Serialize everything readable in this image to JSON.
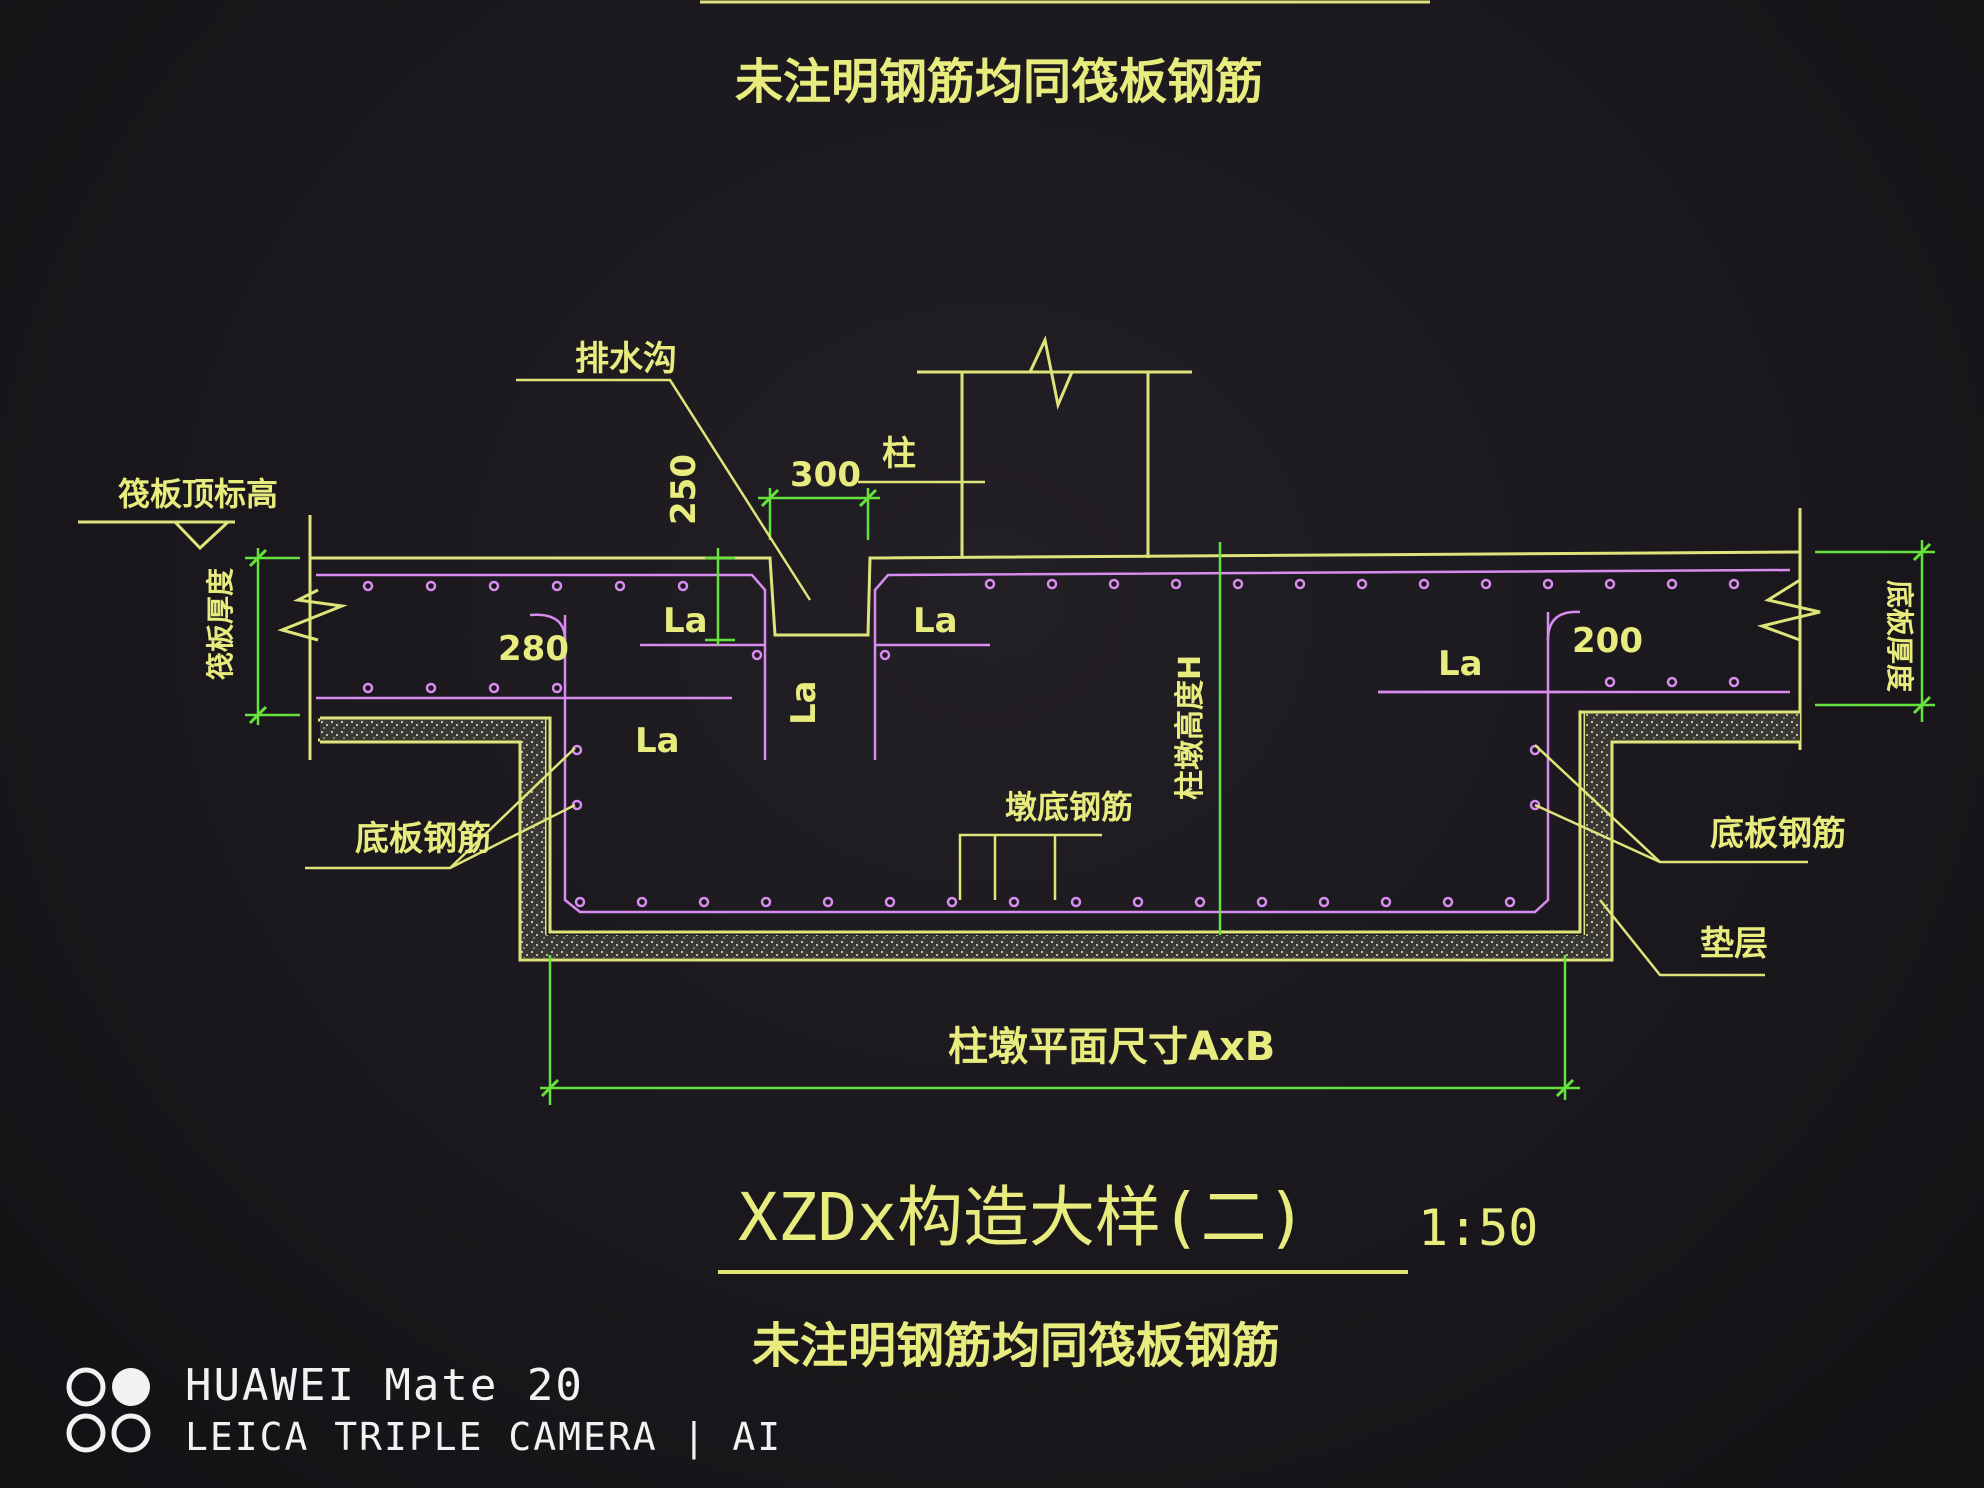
{
  "drawing": {
    "top_note": "未注明钢筋均同筏板钢筋",
    "bottom_note": "未注明钢筋均同筏板钢筋",
    "title": "XZDx构造大样(二)",
    "scale": "1:50"
  },
  "labels": {
    "raft_top_elevation": "筏板顶标高",
    "raft_thickness_left": "筏板厚度",
    "raft_thickness_right": "底板厚度",
    "drain_ditch": "排水沟",
    "column": "柱",
    "dim_300": "300",
    "dim_250": "250",
    "dim_280": "280",
    "dim_200": "200",
    "la_1": "La",
    "la_2": "La",
    "la_3": "La",
    "la_4": "La",
    "la_5": "La",
    "pit_depth": "柱墩高度H",
    "pit_bottom_rebar": "墩底钢筋",
    "slab_rebar_left": "底板钢筋",
    "slab_rebar_right": "底板钢筋",
    "cushion": "垫层",
    "pit_plan_size": "柱墩平面尺寸AxB"
  },
  "watermark": {
    "line1": "HUAWEI Mate 20",
    "line2": "LEICA TRIPLE CAMERA | AI"
  },
  "colors": {
    "text": "#e8eb7e",
    "outline": "#dfe47a",
    "dimension": "#66e23c",
    "rebar": "#d98cf0",
    "hatch": "#c9c7b8"
  }
}
